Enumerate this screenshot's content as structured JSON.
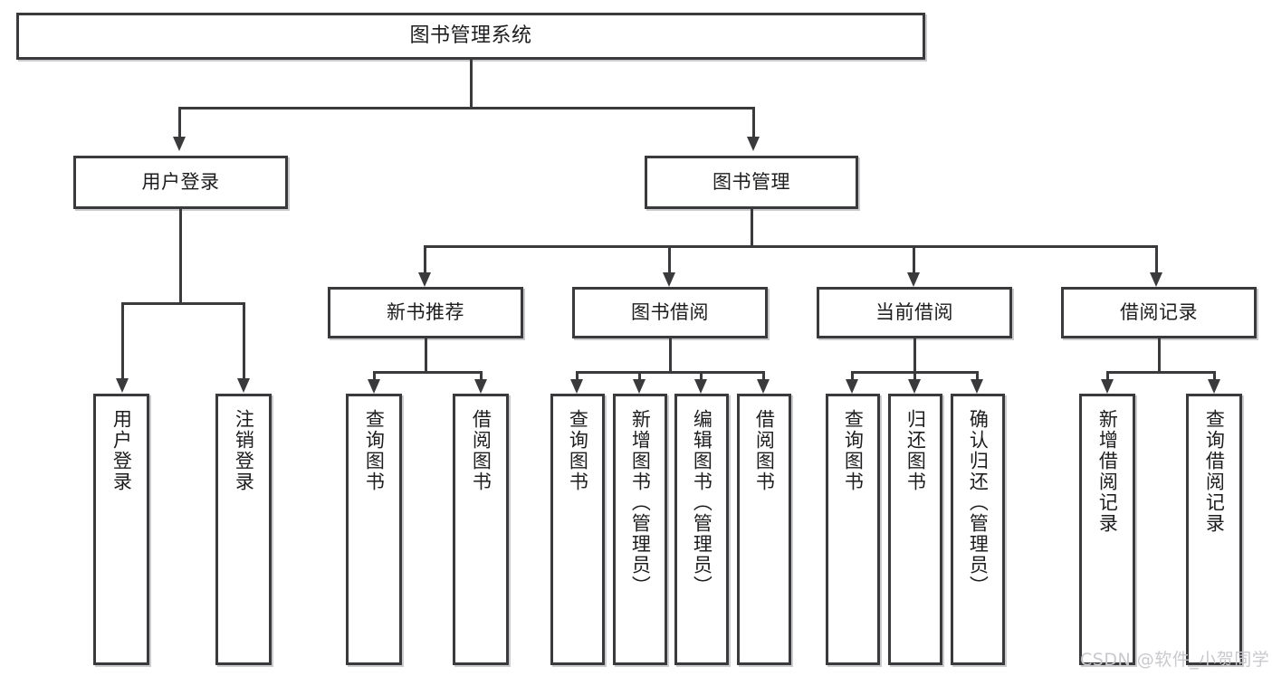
{
  "diagram": {
    "title": "图书管理系统",
    "type": "功能结构图",
    "root": {
      "label": "图书管理系统"
    },
    "level2": [
      {
        "label": "用户登录"
      },
      {
        "label": "图书管理"
      }
    ],
    "level3": [
      {
        "label": "新书推荐"
      },
      {
        "label": "图书借阅"
      },
      {
        "label": "当前借阅"
      },
      {
        "label": "借阅记录"
      }
    ],
    "leaves": {
      "user_login": [
        {
          "label": "用户登录"
        },
        {
          "label": "注销登录"
        }
      ],
      "new_book_recommend": [
        {
          "label": "查询图书"
        },
        {
          "label": "借阅图书"
        }
      ],
      "book_borrow": [
        {
          "label": "查询图书"
        },
        {
          "label": "新增图书（管理员）"
        },
        {
          "label": "编辑图书（管理员）"
        },
        {
          "label": "借阅图书"
        }
      ],
      "current_borrow": [
        {
          "label": "查询图书"
        },
        {
          "label": "归还图书"
        },
        {
          "label": "确认归还（管理员）"
        }
      ],
      "borrow_record": [
        {
          "label": "新增借阅记录"
        },
        {
          "label": "查询借阅记录"
        }
      ]
    }
  },
  "watermark": {
    "text": "CSDN @软件_小贺同学"
  },
  "colors": {
    "border": "#3a3a3c",
    "text": "#1d1d1f",
    "background": "#ffffff",
    "watermark": "#c9c9cd"
  }
}
